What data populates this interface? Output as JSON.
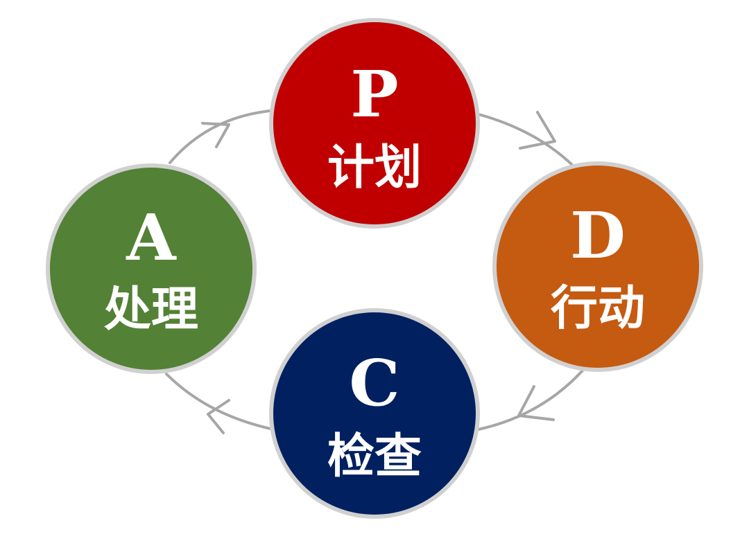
{
  "nodes": [
    {
      "id": "p",
      "letter": "P",
      "label": "计划",
      "color": "#C00000"
    },
    {
      "id": "d",
      "letter": "D",
      "label": "行动",
      "color": "#C55A11"
    },
    {
      "id": "c",
      "letter": "C",
      "label": "检查",
      "color": "#002060"
    },
    {
      "id": "a",
      "letter": "A",
      "label": "处理",
      "color": "#538135"
    }
  ],
  "ring_color": "#D0D0D0",
  "arrow_color": "#A6A6A6",
  "text_color": "#FFFFFF"
}
